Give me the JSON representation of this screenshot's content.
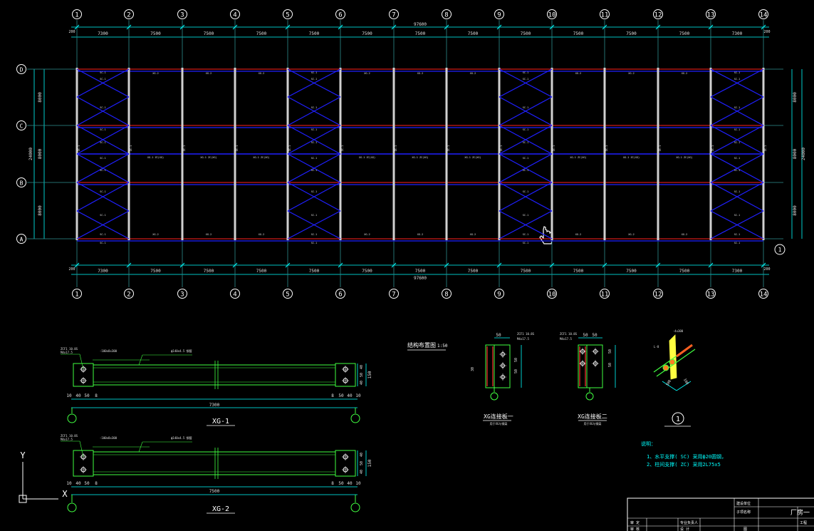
{
  "colors": {
    "background": "#000000",
    "grid_line": "#2f8f8f",
    "axis_text": "#ffffff",
    "dimension": "#00ffff",
    "bracing": "#2020ff",
    "purlin": "#ff2020",
    "column": "#d0d0d0",
    "detail": "#40ff40",
    "small_label": "#e0e0e0",
    "title_text": "#ffffff",
    "notes": "#00ffff",
    "bolt": "#ff60ff",
    "plate_red": "#ff3030"
  },
  "plan": {
    "column_axes": [
      "1",
      "2",
      "3",
      "4",
      "5",
      "6",
      "7",
      "8",
      "9",
      "10",
      "11",
      "12",
      "13",
      "14"
    ],
    "row_axes": [
      "D",
      "C",
      "B",
      "A"
    ],
    "bay_dims": [
      "7300",
      "7500",
      "7500",
      "7500",
      "7500",
      "7500",
      "7500",
      "7500",
      "7500",
      "7500",
      "7500",
      "7500",
      "7300"
    ],
    "edge_dim": "200",
    "total_length": "97600",
    "left_row_dims": [
      "8000",
      "8000",
      "8000"
    ],
    "left_total": "24000",
    "right_row_dims": [
      "8000",
      "8000",
      "8000"
    ],
    "right_total": "24000",
    "callout": "1",
    "member_labels": {
      "edge_tie": "XG-1",
      "mid_tie": "XG-2",
      "brace": "SC-1",
      "column_brace": "ZC-1",
      "end_tie": "XG-1",
      "ridge": "XG-1 ZC(XG)"
    }
  },
  "details": {
    "xg1": {
      "title": "XG-1",
      "length": "7300",
      "left_dims": [
        "10",
        "40",
        "50",
        "8"
      ],
      "right_dims": [
        "8",
        "50",
        "40",
        "10"
      ],
      "note_a": "ZCF1 10.8S",
      "note_b": "M4x17.5",
      "note_c": "-100x8x300",
      "note_d": "ф140x4.5 钢管",
      "side_dims": [
        "40",
        "50",
        "40"
      ],
      "height": "150"
    },
    "xg2": {
      "title": "XG-2",
      "length": "7500",
      "left_dims": [
        "10",
        "40",
        "50",
        "8"
      ],
      "right_dims": [
        "8",
        "50",
        "40",
        "10"
      ],
      "note_a": "ZCF1 10.8S",
      "note_b": "M4x17.5",
      "note_c": "-100x8x300",
      "note_d": "ф140x4.5 钢管",
      "side_dims": [
        "40",
        "50",
        "40"
      ],
      "height": "150"
    },
    "plan_title": "结构布置图",
    "plan_scale": "1:50",
    "conn1": {
      "title": "XG连接板一",
      "sub": "用于XG与钢梁",
      "dims": [
        "50",
        "50",
        "50",
        "30"
      ],
      "note_a": "ZCF1 10.8S",
      "note_b": "M4x17.5"
    },
    "conn2": {
      "title": "XG连接板二",
      "sub": "用于XG与钢梁",
      "dims": [
        "50",
        "50",
        "50",
        "50"
      ],
      "note_a": "ZCF1 10.8S",
      "note_b": "M4x17.5"
    },
    "node1": {
      "label": "1",
      "note_top": "-4x300",
      "note_side": "L-8",
      "dim_a": "300",
      "dim_b": "100"
    }
  },
  "notes": {
    "heading": "说明：",
    "line1": "1、水平支撑( SC) 采用ф20圆钢，",
    "line2": "2、柱间支撑( ZC) 采用2L75x5"
  },
  "title_block": {
    "cell_approve": "审 定",
    "cell_check": "审 核",
    "cell_lead": "专业负责人",
    "cell_design": "设 计",
    "cell_project": "建设单位",
    "cell_subitem": "子项名称",
    "cell_plan": "图",
    "project_name": "厂房一",
    "cell_sheet": "工程"
  },
  "ucs": {
    "x": "X",
    "y": "Y"
  }
}
